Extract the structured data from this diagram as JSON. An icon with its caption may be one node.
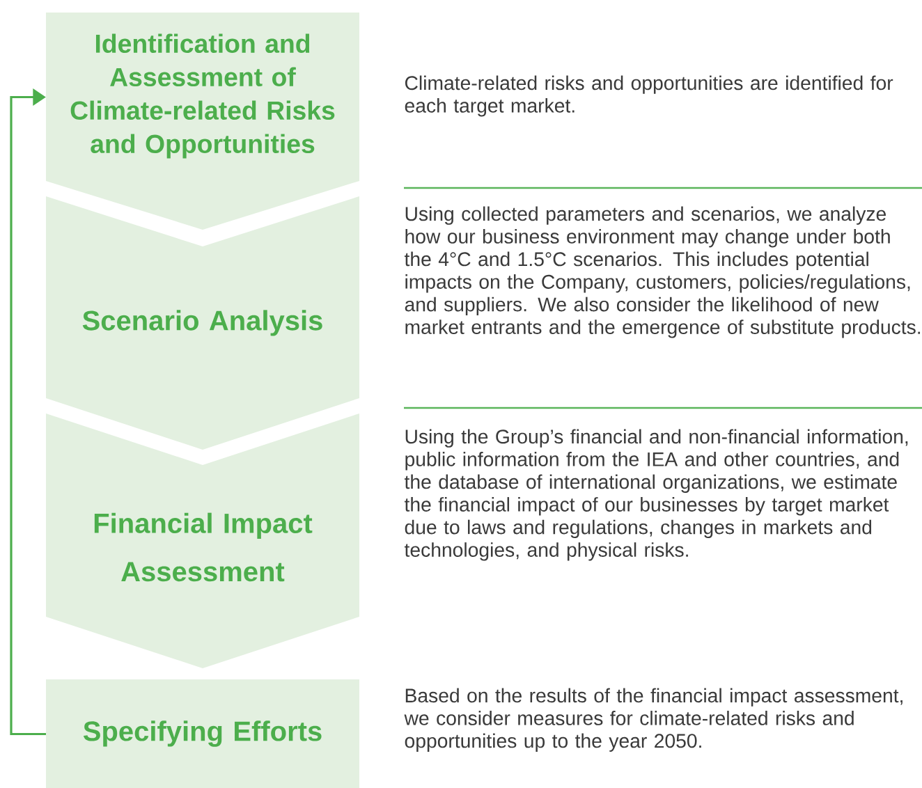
{
  "diagram": {
    "nodes": [
      {
        "text": [
          "Identification and Assessment of Climate-related Risks and Opportunities"
        ],
        "beside": [
          "Climate-related risks and opportunities are identified for each target market."
        ]
      },
      {
        "text": [
          "Scenario Analysis"
        ],
        "beside": [
          "Using collected parameters and scenarios, we analyze how our business environment may change under both the 4°C and 1.5°C scenarios. This includes potential impacts on the Company, customers, policies/regulations, and suppliers. We also consider the likelihood of new market entrants and the emergence of substitute products."
        ]
      },
      {
        "text": [
          "Financial Impact Assessment"
        ],
        "beside": [
          "Using the Group’s financial and non-financial information, public information from the IEA and other countries, and the database of international organizations, we estimate the financial impact of our businesses by target market due to laws and regulations, changes in markets and technologies, and physical risks."
        ]
      },
      {
        "text": [
          "Specifying Efforts"
        ],
        "beside": [
          "Based on the results of the financial impact assessment, we consider measures for climate-related risks and opportunities up to the year 2050."
        ]
      }
    ],
    "edges": [
      {
        "from": 3,
        "to": 0,
        "arrow": "to"
      }
    ]
  }
}
